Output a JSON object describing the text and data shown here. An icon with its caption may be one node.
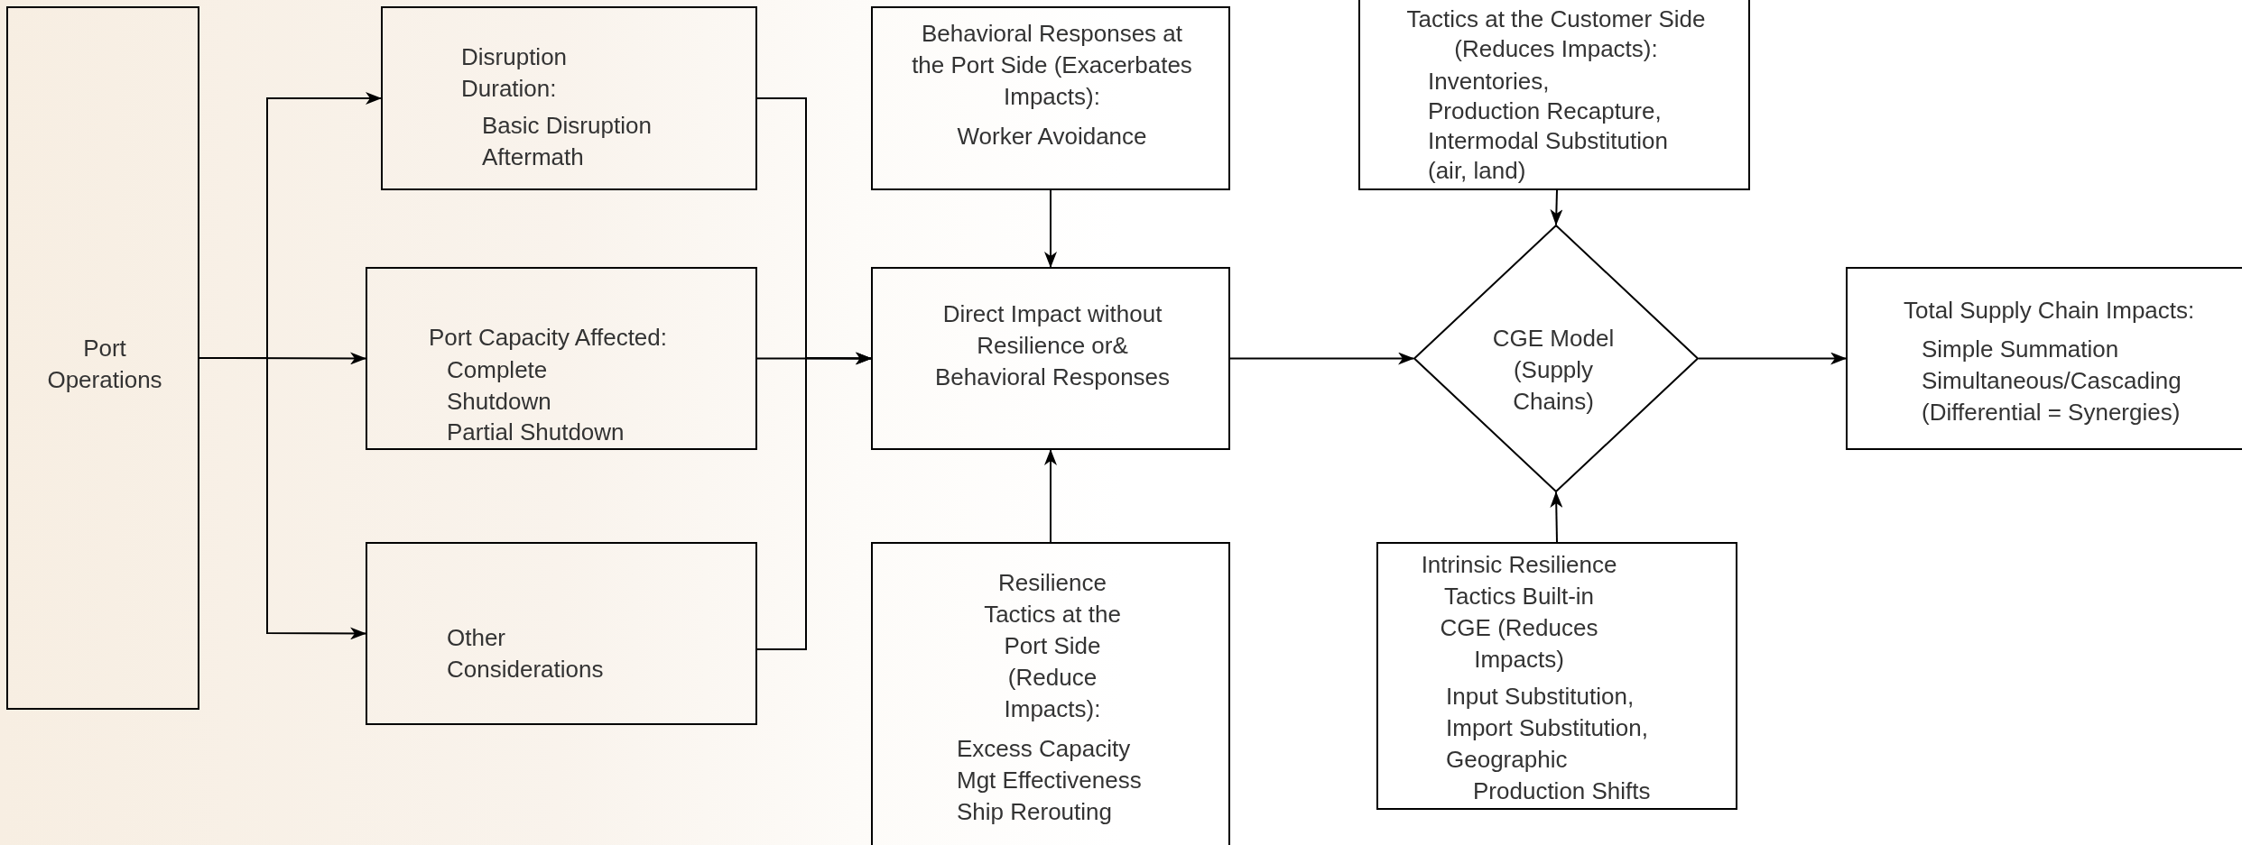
{
  "diagram": {
    "nodes": [
      {
        "text": [
          "Port Operations"
        ]
      },
      {
        "text": [
          "Disruption Duration:",
          "Basic Disruption Aftermath"
        ]
      },
      {
        "text": [
          "Port Capacity Affected:",
          "Complete Shutdown",
          "Partial Shutdown"
        ]
      },
      {
        "text": [
          "Other Considerations"
        ]
      },
      {
        "text": [
          "Behavioral Responses at the Port Side (Exacerbates Impacts):",
          "Worker Avoidance"
        ]
      },
      {
        "text": [
          "Direct Impact without Resilience or& Behavioral Responses"
        ]
      },
      {
        "text": [
          "Resilience Tactics at the Port Side (Reduce Impacts):",
          "Excess Capacity",
          "Mgt Effectiveness",
          "Ship Rerouting"
        ]
      },
      {
        "text": [
          "Tactics at the Customer Side (Reduces Impacts):",
          "Inventories,",
          "Production Recapture,",
          "Intermodal Substitution (air, land)"
        ]
      },
      {
        "text": [
          "CGE Model (Supply Chains)"
        ]
      },
      {
        "text": [
          "Intrinsic Resilience Tactics Built-in CGE (Reduces Impacts)",
          "Input Substitution,",
          "Import Substitution,",
          "Geographic Production Shifts"
        ]
      },
      {
        "text": [
          "Total Supply Chain Impacts:",
          "Simple Summation",
          "Simultaneous/Cascading",
          "(Differential = Synergies)"
        ]
      }
    ],
    "edges": [
      {
        "from": 0,
        "to": 1,
        "arrow": "to"
      },
      {
        "from": 0,
        "to": 2,
        "arrow": "to"
      },
      {
        "from": 0,
        "to": 3,
        "arrow": "to"
      },
      {
        "from": 1,
        "to": 5,
        "arrow": "to"
      },
      {
        "from": 2,
        "to": 5,
        "arrow": "to"
      },
      {
        "from": 3,
        "to": 5,
        "arrow": "to"
      },
      {
        "from": 4,
        "to": 5,
        "arrow": "to"
      },
      {
        "from": 6,
        "to": 5,
        "arrow": "to"
      },
      {
        "from": 5,
        "to": 8,
        "arrow": "to"
      },
      {
        "from": 7,
        "to": 8,
        "arrow": "to"
      },
      {
        "from": 9,
        "to": 8,
        "arrow": "to"
      },
      {
        "from": 8,
        "to": 10,
        "arrow": "to"
      }
    ]
  }
}
